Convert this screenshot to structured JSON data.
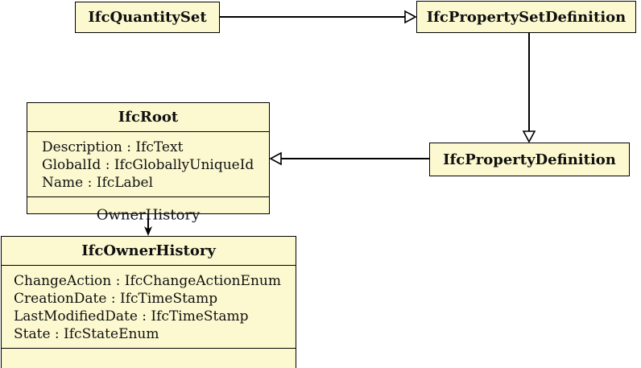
{
  "diagram": {
    "colors": {
      "background": "#ffffff",
      "node_fill": "#FCF9D0",
      "node_border": "#000000",
      "edge": "#000000"
    },
    "nodes": {
      "quantity_set": {
        "title": "IfcQuantitySet"
      },
      "property_set_definition": {
        "title": "IfcPropertySetDefinition"
      },
      "root": {
        "title": "IfcRoot",
        "attributes": [
          "Description : IfcText",
          "GlobalId : IfcGloballyUniqueId",
          "Name : IfcLabel"
        ]
      },
      "property_definition": {
        "title": "IfcPropertyDefinition"
      },
      "owner_history": {
        "title": "IfcOwnerHistory",
        "attributes": [
          "ChangeAction : IfcChangeActionEnum",
          "CreationDate : IfcTimeStamp",
          "LastModifiedDate : IfcTimeStamp",
          "State : IfcStateEnum"
        ]
      }
    },
    "edges": {
      "owner_history_label": "OwnerHistory"
    }
  }
}
